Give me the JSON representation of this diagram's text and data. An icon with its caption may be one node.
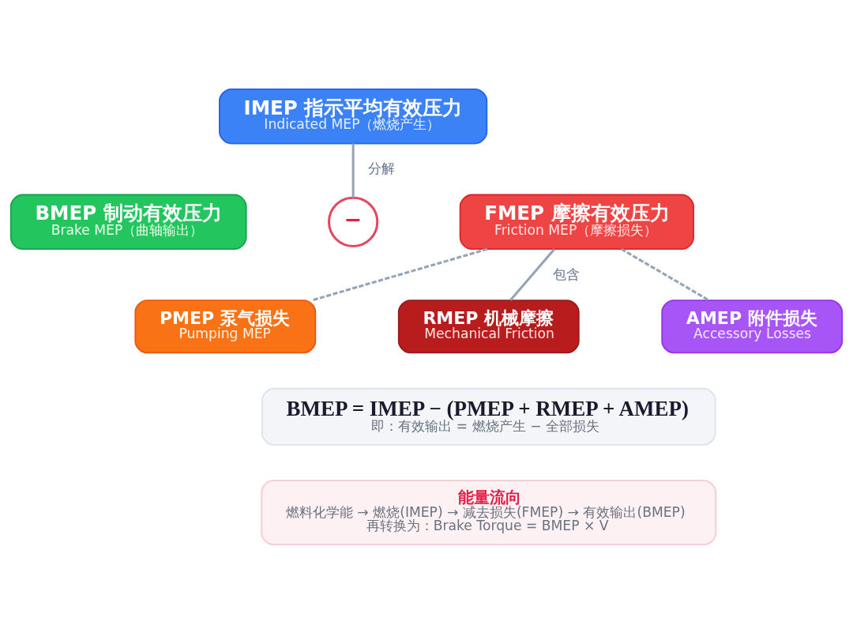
{
  "diagram": {
    "nodes": [
      {
        "text": [
          "IMEP 指示平均有效压力",
          "Indicated MEP（燃烧产生）"
        ]
      },
      {
        "text": [
          "BMEP 制动有效压力",
          "Brake MEP（曲轴输出）"
        ]
      },
      {
        "text": [
          "−"
        ]
      },
      {
        "text": [
          "FMEP 摩擦有效压力",
          "Friction MEP（摩擦损失）"
        ]
      },
      {
        "text": [
          "PMEP 泵气损失",
          "Pumping MEP"
        ]
      },
      {
        "text": [
          "RMEP 机械摩擦",
          "Mechanical Friction"
        ]
      },
      {
        "text": [
          "AMEP 附件损失",
          "Accessory Losses"
        ]
      },
      {
        "text": [
          "BMEP = IMEP − (PMEP + RMEP + AMEP)",
          "即：有效输出 = 燃烧产生 − 全部损失"
        ]
      },
      {
        "text": [
          "能量流向",
          "燃料化学能 → 燃烧(IMEP) → 减去损失(FMEP) → 有效输出(BMEP)",
          "再转换为：Brake Torque = BMEP × V"
        ]
      }
    ],
    "edges": [
      {
        "from": 0,
        "to": 2,
        "arrow": "none",
        "label": "分解"
      },
      {
        "from": 3,
        "to": 4,
        "arrow": "none",
        "style": "dashed"
      },
      {
        "from": 3,
        "to": 5,
        "arrow": "none",
        "label": "包含"
      },
      {
        "from": 3,
        "to": 6,
        "arrow": "none",
        "style": "dashed"
      }
    ]
  }
}
